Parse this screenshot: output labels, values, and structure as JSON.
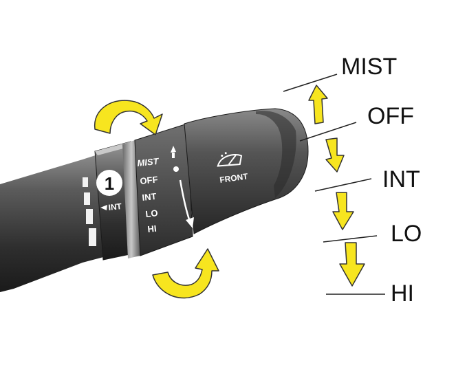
{
  "positions": [
    {
      "id": "mist",
      "label": "MIST"
    },
    {
      "id": "off",
      "label": "OFF"
    },
    {
      "id": "int",
      "label": "INT"
    },
    {
      "id": "lo",
      "label": "LO"
    },
    {
      "id": "hi",
      "label": "HI"
    }
  ],
  "stalk": {
    "dial_markings": [
      "MIST",
      "OFF",
      "INT",
      "LO",
      "HI"
    ],
    "callout_number": "1",
    "int_ring_label": "INT",
    "tip_label": "FRONT",
    "tip_icon": "windshield-wiper-icon"
  },
  "colors": {
    "arrow_fill": "#f7e51f",
    "arrow_stroke": "#333333",
    "stalk_body": "#3a3a3a",
    "label_text": "#111111"
  }
}
